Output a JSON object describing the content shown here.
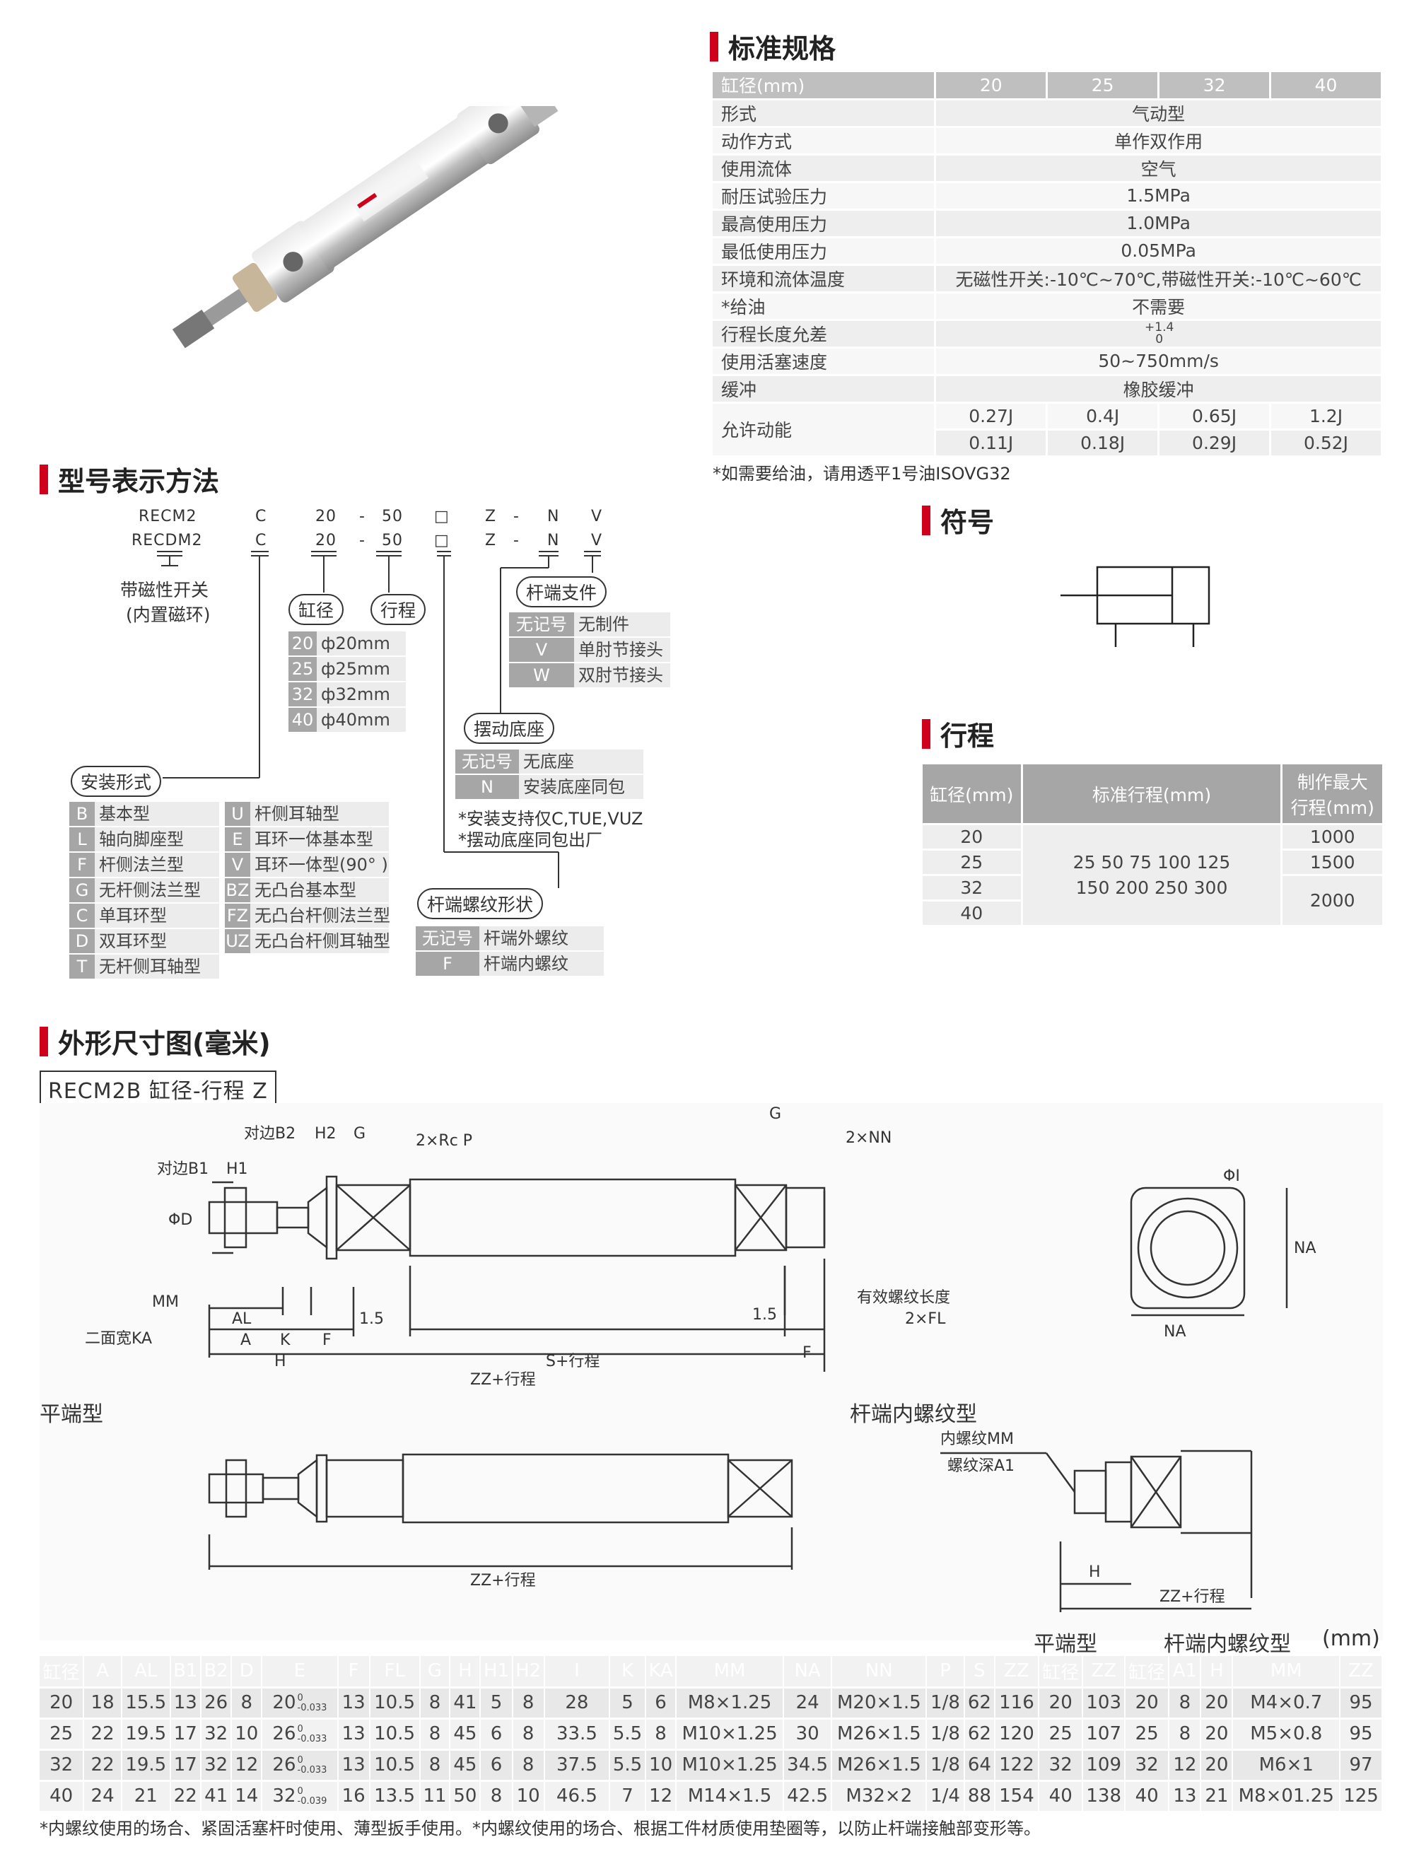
{
  "spec": {
    "title": "标准规格",
    "header": [
      "缸径(mm)",
      "20",
      "25",
      "32",
      "40"
    ],
    "rows": [
      {
        "label": "形式",
        "value": "气动型"
      },
      {
        "label": "动作方式",
        "value": "单作双作用"
      },
      {
        "label": "使用流体",
        "value": "空气"
      },
      {
        "label": "耐压试验压力",
        "value": "1.5MPa"
      },
      {
        "label": "最高使用压力",
        "value": "1.0MPa"
      },
      {
        "label": "最低使用压力",
        "value": "0.05MPa"
      },
      {
        "label": "环境和流体温度",
        "value": "无磁性开关:-10℃~70℃,带磁性开关:-10℃~60℃"
      },
      {
        "label": "*给油",
        "value": "不需要"
      },
      {
        "label": "行程长度允差",
        "tol_top": "+1.4",
        "tol_bot": "0"
      },
      {
        "label": "使用活塞速度",
        "value": "50~750mm/s"
      },
      {
        "label": "缓冲",
        "value": "橡胶缓冲"
      }
    ],
    "energy_label": "允许动能",
    "energy_row1": [
      "0.27J",
      "0.4J",
      "0.65J",
      "1.2J"
    ],
    "energy_row2": [
      "0.11J",
      "0.18J",
      "0.29J",
      "0.52J"
    ],
    "note": "*如需要给油，请用透平1号油ISOVG32"
  },
  "model": {
    "title": "型号表示方法",
    "row1": [
      "RECM2",
      "C",
      "20",
      "-",
      "50",
      "□",
      "Z",
      "-",
      "N",
      "V"
    ],
    "row2": [
      "RECDM2",
      "C",
      "20",
      "-",
      "50",
      "□",
      "Z",
      "-",
      "N",
      "V"
    ],
    "magnet_label1": "带磁性开关",
    "magnet_label2": "(内置磁环)",
    "bore_label": "缸径",
    "stroke_label": "行程",
    "bore_options": [
      {
        "k": "20",
        "v": "ф20mm"
      },
      {
        "k": "25",
        "v": "ф25mm"
      },
      {
        "k": "32",
        "v": "ф32mm"
      },
      {
        "k": "40",
        "v": "ф40mm"
      }
    ],
    "rod_support_label": "杆端支件",
    "rod_support_options": [
      {
        "k": "无记号",
        "v": "无制件"
      },
      {
        "k": "V",
        "v": "单肘节接头"
      },
      {
        "k": "W",
        "v": "双肘节接头"
      }
    ],
    "pivot_label": "摆动底座",
    "pivot_options": [
      {
        "k": "无记号",
        "v": "无底座"
      },
      {
        "k": "N",
        "v": "安装底座同包"
      }
    ],
    "pivot_note1": "*安装支持仅C,TUE,VUZ",
    "pivot_note2": "*摆动底座同包出厂",
    "mount_label": "安装形式",
    "mount_left": [
      {
        "k": "B",
        "v": "基本型"
      },
      {
        "k": "L",
        "v": "轴向脚座型"
      },
      {
        "k": "F",
        "v": "杆侧法兰型"
      },
      {
        "k": "G",
        "v": "无杆侧法兰型"
      },
      {
        "k": "C",
        "v": "单耳环型"
      },
      {
        "k": "D",
        "v": "双耳环型"
      },
      {
        "k": "T",
        "v": "无杆侧耳轴型"
      }
    ],
    "mount_right": [
      {
        "k": "U",
        "v": "杆侧耳轴型"
      },
      {
        "k": "E",
        "v": "耳环一体基本型"
      },
      {
        "k": "V",
        "v": "耳环一体型(90° )"
      },
      {
        "k": "BZ",
        "v": "无凸台基本型"
      },
      {
        "k": "FZ",
        "v": "无凸台杆侧法兰型"
      },
      {
        "k": "UZ",
        "v": "无凸台杆侧耳轴型"
      }
    ],
    "thread_label": "杆端螺纹形状",
    "thread_options": [
      {
        "k": "无记号",
        "v": "杆端外螺纹"
      },
      {
        "k": "F",
        "v": "杆端内螺纹"
      }
    ]
  },
  "symbol": {
    "title": "符号"
  },
  "stroke": {
    "title": "行程",
    "head": [
      "缸径(mm)",
      "标准行程(mm)",
      "制作最大",
      "行程(mm)"
    ],
    "bores": [
      "20",
      "25",
      "32",
      "40"
    ],
    "std_line1": "25 50 75 100 125",
    "std_line2": "150 200 250 300",
    "max": [
      "1000",
      "1500",
      "2000"
    ]
  },
  "dims": {
    "title": "外形尺寸图(毫米)",
    "model_box": "RECM2B  缸径-行程  Z",
    "labels": {
      "b2": "对边B2",
      "h2": "H2",
      "g": "G",
      "rcp": "2×Rc P",
      "b1": "对边B1",
      "h1": "H1",
      "d": "ΦD",
      "mm": "MM",
      "ka": "二面宽KA",
      "al": "AL",
      "a": "A",
      "k": "K",
      "f": "F",
      "h": "H",
      "one5": "1.5",
      "s": "S+行程",
      "zz": "ZZ+行程",
      "nn": "2×NN",
      "thread": "有效螺纹长度",
      "fl": "2×FL",
      "na": "NA",
      "phi_i": "ΦI",
      "int_mm": "内螺纹MM",
      "a1": "螺纹深A1"
    },
    "flat_label": "平端型",
    "internal_label": "杆端内螺纹型",
    "table_caption_flat": "平端型",
    "table_caption_int": "杆端内螺纹型",
    "table_caption_unit": "(mm)",
    "header": [
      "缸径",
      "A",
      "AL",
      "B1",
      "B2",
      "D",
      "E",
      "F",
      "FL",
      "G",
      "H",
      "H1",
      "H2",
      "I",
      "K",
      "KA",
      "MM",
      "NA",
      "NN",
      "P",
      "S",
      "ZZ",
      "缸径",
      "ZZ",
      "缸径",
      "A1",
      "H",
      "MM",
      "ZZ"
    ],
    "e_tol_top": "0",
    "e_tol_bot": "-0.033",
    "e_tol_bot_40": "-0.039",
    "rows": [
      [
        "20",
        "18",
        "15.5",
        "13",
        "26",
        "8",
        "20",
        "13",
        "10.5",
        "8",
        "41",
        "5",
        "8",
        "28",
        "5",
        "6",
        "M8×1.25",
        "24",
        "M20×1.5",
        "1/8",
        "62",
        "116",
        "20",
        "103",
        "20",
        "8",
        "20",
        "M4×0.7",
        "95"
      ],
      [
        "25",
        "22",
        "19.5",
        "17",
        "32",
        "10",
        "26",
        "13",
        "10.5",
        "8",
        "45",
        "6",
        "8",
        "33.5",
        "5.5",
        "8",
        "M10×1.25",
        "30",
        "M26×1.5",
        "1/8",
        "62",
        "120",
        "25",
        "107",
        "25",
        "8",
        "20",
        "M5×0.8",
        "95"
      ],
      [
        "32",
        "22",
        "19.5",
        "17",
        "32",
        "12",
        "26",
        "13",
        "10.5",
        "8",
        "45",
        "6",
        "8",
        "37.5",
        "5.5",
        "10",
        "M10×1.25",
        "34.5",
        "M26×1.5",
        "1/8",
        "64",
        "122",
        "32",
        "109",
        "32",
        "12",
        "20",
        "M6×1",
        "97"
      ],
      [
        "40",
        "24",
        "21",
        "22",
        "41",
        "14",
        "32",
        "16",
        "13.5",
        "11",
        "50",
        "8",
        "10",
        "46.5",
        "7",
        "12",
        "M14×1.5",
        "42.5",
        "M32×2",
        "1/4",
        "88",
        "154",
        "40",
        "138",
        "40",
        "13",
        "21",
        "M8×01.25",
        "125"
      ]
    ],
    "footnote": "*内螺纹使用的场合、紧固活塞杆时使用、薄型扳手使用。*内螺纹使用的场合、根据工件材质使用垫圈等，以防止杆端接触部变形等。"
  }
}
